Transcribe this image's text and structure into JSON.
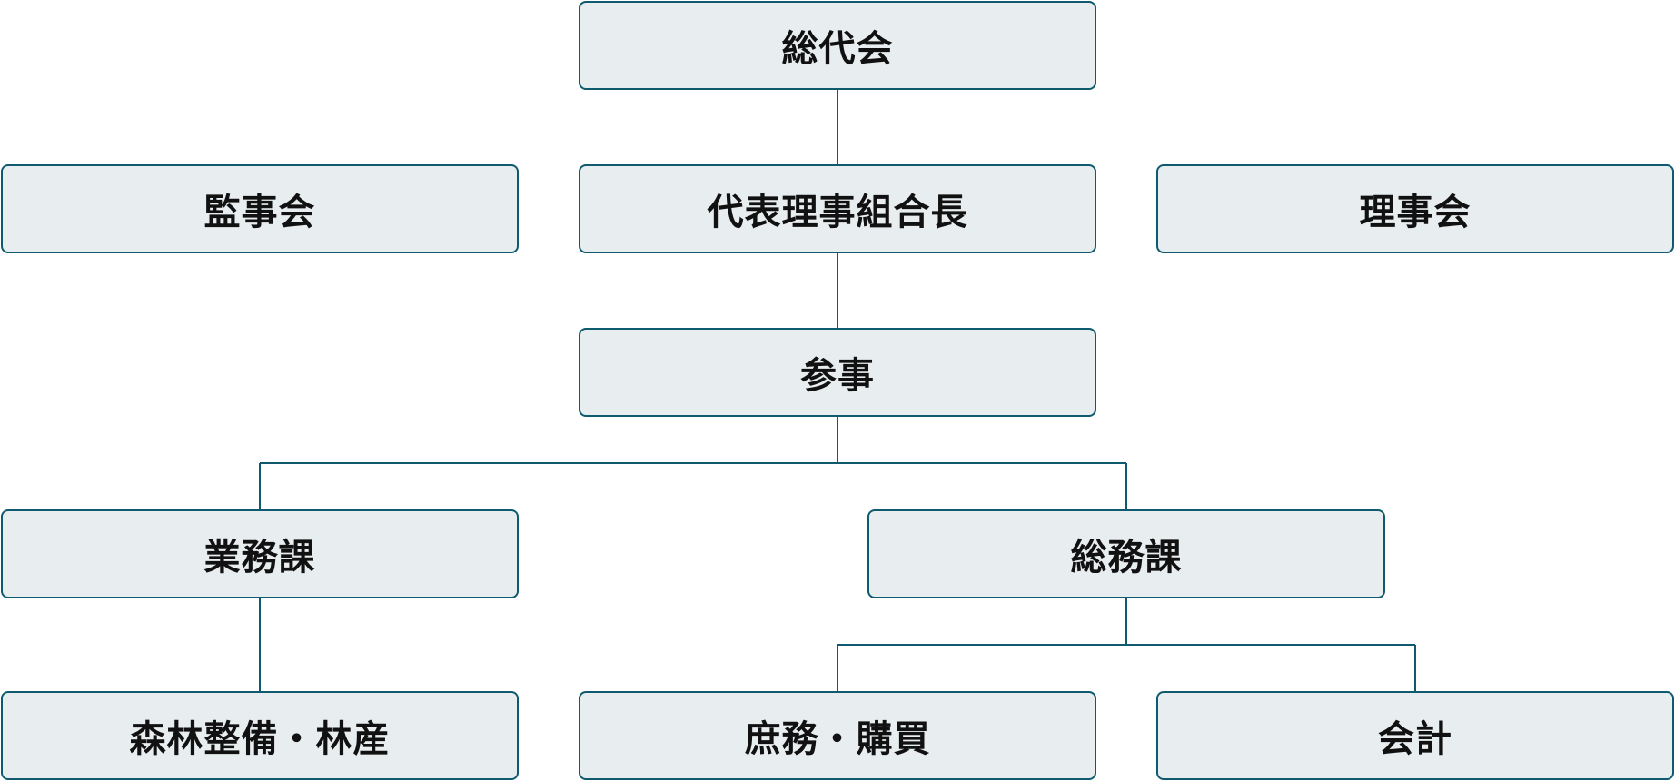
{
  "diagram": {
    "nodes": {
      "general_assembly": "総代会",
      "auditors": "監事会",
      "representative_director": "代表理事組合長",
      "board_of_directors": "理事会",
      "councilor": "参事",
      "operations_section": "業務課",
      "general_affairs_section": "総務課",
      "forest_maintenance_and_products": "森林整備・林産",
      "clerical_and_purchasing": "庶務・購買",
      "accounting": "会計"
    }
  },
  "style": {
    "box_fill": "#e8eef0",
    "box_border": "#0f5a6e",
    "connector": "#0f5a6e",
    "text": "#111111"
  }
}
